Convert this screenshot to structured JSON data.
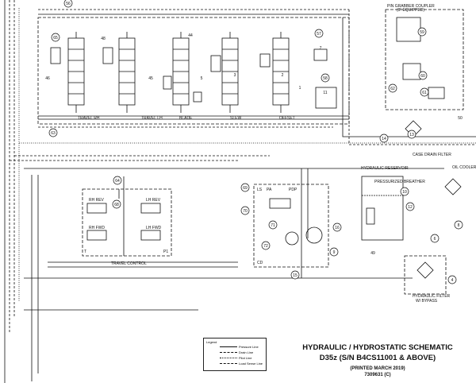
{
  "title": {
    "line1": "HYDRAULIC / HYDROSTATIC SCHEMATIC",
    "line2": "D35z (S/N B4CS11001 & ABOVE)",
    "printed": "(PRINTED MARCH 2019)",
    "doc_no": "7309631 (C)"
  },
  "legend": {
    "heading": "Legend",
    "items": [
      {
        "label": "Pressure Line",
        "style": "solid"
      },
      {
        "label": "Drain Line",
        "style": "dash"
      },
      {
        "label": "Pilot Line",
        "style": "dot"
      },
      {
        "label": "Load Sense Line",
        "style": "dashdot"
      }
    ]
  },
  "sections": {
    "pin_grabber": "PIN GRABBER COUPLER",
    "pin_grabber_sub": "(IF EQUIPPED)",
    "travel_control": "TRAVEL CONTROL",
    "hydraulic_reservoir": "HYDRAULIC RESERVOIR",
    "pressurized_breather": "PRESSURIZED BREATHER",
    "case_drain_filter": "CASE DRAIN FILTER",
    "oil_cooler": "OIL COOLER",
    "hydraulic_filter": "HYDRAULIC FILTER",
    "hydraulic_filter_sub": "W/ BYPASS"
  },
  "valve_labels": {
    "travel_rh": "TRAVEL RH",
    "travel_lh": "TRAVEL LH",
    "blade": "BLADE",
    "slew": "SLEW",
    "offset": "OFFSET"
  },
  "travel_labels": {
    "rh_rev": "RH REV",
    "lh_rev": "LH REV",
    "rh_fwd": "RH FWD",
    "lh_fwd": "LH FWD",
    "p1": "P1",
    "t": "T"
  },
  "pump_labels": {
    "ls": "LS",
    "pa": "PA",
    "pdp": "PDP",
    "cd": "CD"
  },
  "callouts": [
    "65",
    "56",
    "57",
    "58",
    "59",
    "60",
    "61",
    "62",
    "63",
    "64",
    "68",
    "69",
    "70",
    "71",
    "72",
    "15",
    "16",
    "9",
    "10",
    "12",
    "13",
    "14",
    "8",
    "6",
    "4",
    "7",
    "11",
    "2",
    "1",
    "3",
    "5",
    "44",
    "48",
    "46",
    "45",
    "49",
    "50"
  ]
}
